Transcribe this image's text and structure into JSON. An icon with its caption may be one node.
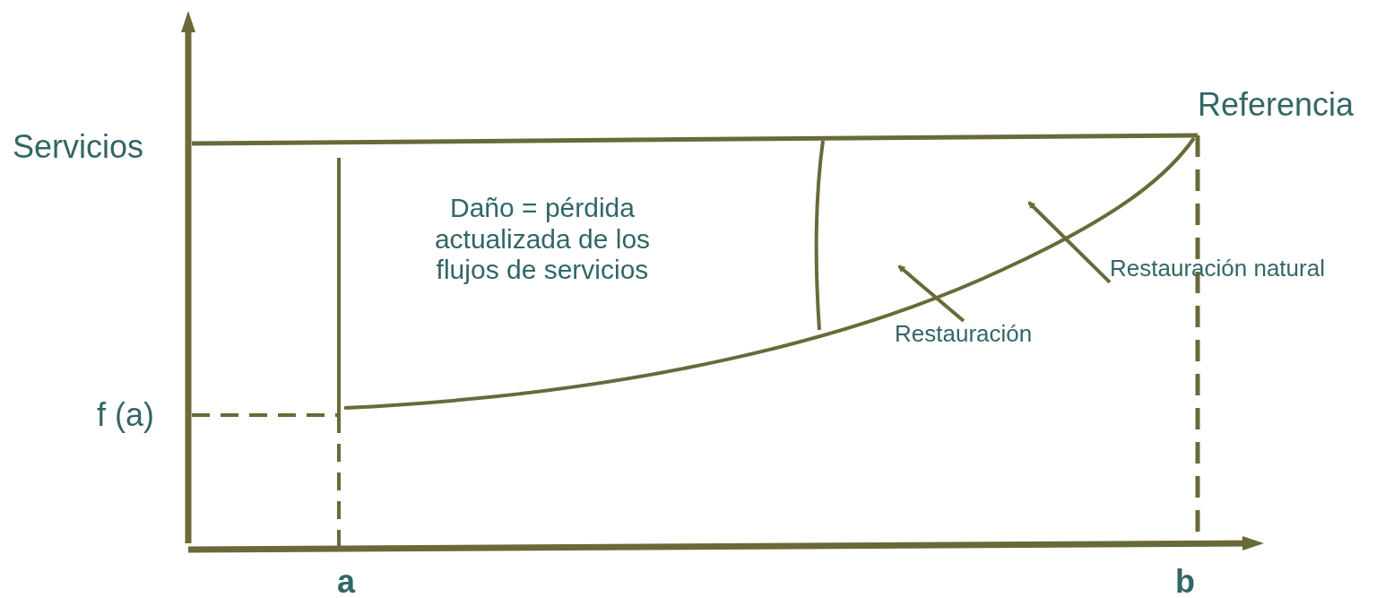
{
  "diagram": {
    "nodes": [
      {
        "text": [
          "Restauración natural"
        ]
      },
      {
        "text": [
          "Restauración"
        ]
      }
    ],
    "edges": [
      {
        "from": 0,
        "to": null,
        "arrow": "to"
      },
      {
        "from": 1,
        "to": null,
        "arrow": "to"
      }
    ],
    "labels": [
      "Referencia",
      "Servicios",
      "Daño = pérdida actualizada de los flujos de servicios",
      "f (a)",
      "a",
      "b"
    ]
  }
}
